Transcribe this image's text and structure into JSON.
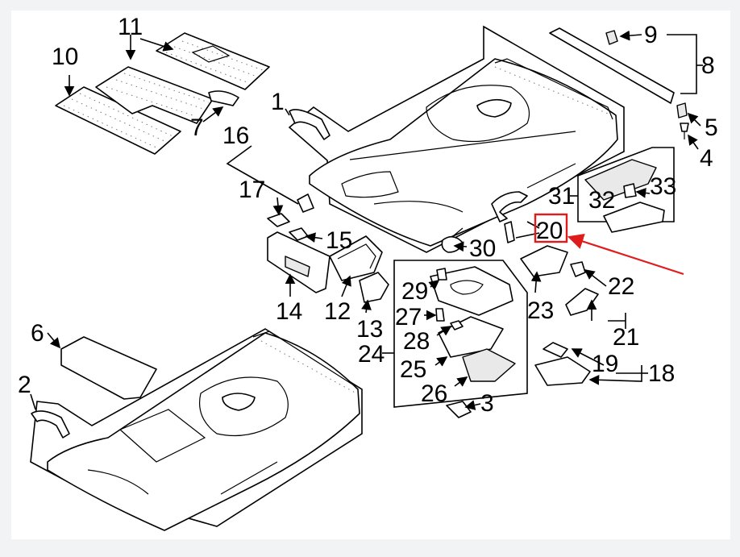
{
  "diagram": {
    "callouts": [
      "1",
      "2",
      "3",
      "4",
      "5",
      "6",
      "7",
      "8",
      "9",
      "10",
      "11",
      "12",
      "13",
      "14",
      "15",
      "16",
      "17",
      "18",
      "19",
      "20",
      "21",
      "22",
      "23",
      "24",
      "25",
      "26",
      "27",
      "28",
      "29",
      "30",
      "31",
      "32",
      "33"
    ],
    "highlighted_callout": "20",
    "highlight_color": "#e01b1b",
    "background_color": "#f1f3f4"
  }
}
